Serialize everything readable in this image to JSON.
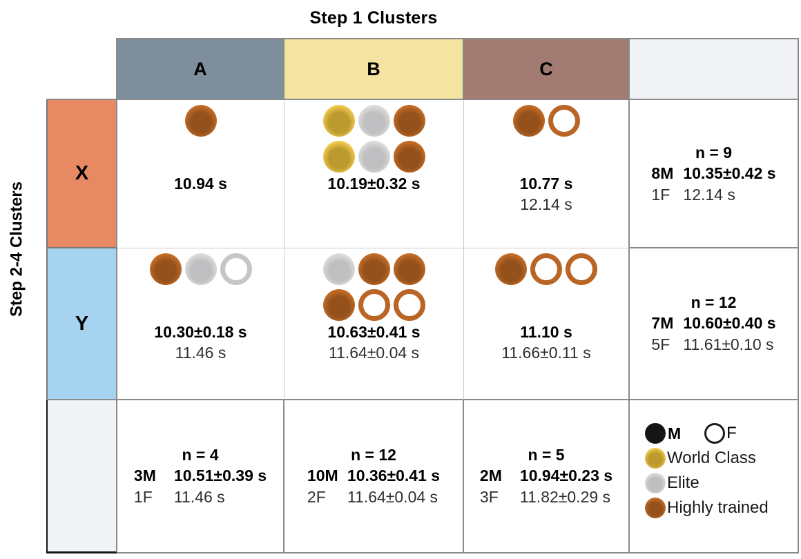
{
  "title": "Step 1 Clusters",
  "side_label": "Step 2-4 Clusters",
  "columns": [
    {
      "label": "A"
    },
    {
      "label": "B"
    },
    {
      "label": "C"
    }
  ],
  "rows": [
    {
      "label": "X"
    },
    {
      "label": "Y"
    }
  ],
  "cells": {
    "XA": {
      "dots": [
        [
          "bronze"
        ]
      ],
      "times": [
        "10.94 s"
      ]
    },
    "XB": {
      "dots": [
        [
          "gold",
          "silver",
          "bronze"
        ],
        [
          "gold",
          "silver",
          "bronze"
        ]
      ],
      "times": [
        "10.19±0.32 s"
      ]
    },
    "XC": {
      "dots": [
        [
          "bronze",
          "bronze-open"
        ]
      ],
      "times": [
        "10.77 s",
        "12.14 s"
      ]
    },
    "YA": {
      "dots": [
        [
          "bronze",
          "silver",
          "silver-open"
        ]
      ],
      "times": [
        "10.30±0.18 s",
        "11.46 s"
      ]
    },
    "YB": {
      "dots": [
        [
          "silver",
          "bronze",
          "bronze"
        ],
        [
          "bronze",
          "bronze-open",
          "bronze-open"
        ]
      ],
      "times": [
        "10.63±0.41 s",
        "11.64±0.04 s"
      ]
    },
    "YC": {
      "dots": [
        [
          "bronze",
          "bronze-open",
          "bronze-open"
        ]
      ],
      "times": [
        "11.10 s",
        "11.66±0.11 s"
      ]
    }
  },
  "row_summaries": [
    {
      "n": "n = 9",
      "m_label": "8M",
      "m_value": "10.35±0.42 s",
      "f_label": "1F",
      "f_value": "12.14 s"
    },
    {
      "n": "n = 12",
      "m_label": "7M",
      "m_value": "10.60±0.40 s",
      "f_label": "5F",
      "f_value": "11.61±0.10 s"
    }
  ],
  "col_summaries": [
    {
      "n": "n = 4",
      "m_label": "3M",
      "m_value": "10.51±0.39 s",
      "f_label": "1F",
      "f_value": "11.46 s"
    },
    {
      "n": "n = 12",
      "m_label": "10M",
      "m_value": "10.36±0.41 s",
      "f_label": "2F",
      "f_value": "11.64±0.04 s"
    },
    {
      "n": "n = 5",
      "m_label": "2M",
      "m_value": "10.94±0.23 s",
      "f_label": "3F",
      "f_value": "11.82±0.29 s"
    }
  ],
  "legend": {
    "m_label": "M",
    "f_label": "F",
    "items": [
      {
        "label": "World Class",
        "color": "#E9C243"
      },
      {
        "label": "Elite",
        "color": "#C9C9C9"
      },
      {
        "label": "Highly trained",
        "color": "#B96526"
      }
    ]
  },
  "colors": {
    "cluster_a": "#7E8E9C",
    "cluster_b": "#F5E3A1",
    "cluster_c": "#A27B72",
    "row_x": "#E78A63",
    "row_y": "#A6D4F0",
    "panel_bg": "#F1F2F5",
    "gold": "#E9C243",
    "silver": "#C9C9C9",
    "bronze": "#B96526"
  },
  "chart_data": {
    "type": "table",
    "title": "Step 1 Clusters",
    "row_axis_label": "Step 2-4 Clusters",
    "columns": [
      "A",
      "B",
      "C"
    ],
    "rows": [
      "X",
      "Y"
    ],
    "cell_times": {
      "X_A": {
        "male": "10.94 s"
      },
      "X_B": {
        "male": "10.19±0.32 s"
      },
      "X_C": {
        "male": "10.77 s",
        "female": "12.14 s"
      },
      "Y_A": {
        "male": "10.30±0.18 s",
        "female": "11.46 s"
      },
      "Y_B": {
        "male": "10.63±0.41 s",
        "female": "11.64±0.04 s"
      },
      "Y_C": {
        "male": "11.10 s",
        "female": "11.66±0.11 s"
      }
    },
    "cell_athletes": {
      "X_A": {
        "world_class_m": 0,
        "elite_m": 0,
        "highly_trained_m": 1,
        "highly_trained_f": 0,
        "elite_f": 0
      },
      "X_B": {
        "world_class_m": 2,
        "elite_m": 2,
        "highly_trained_m": 2,
        "highly_trained_f": 0,
        "elite_f": 0
      },
      "X_C": {
        "world_class_m": 0,
        "elite_m": 0,
        "highly_trained_m": 1,
        "highly_trained_f": 1,
        "elite_f": 0
      },
      "Y_A": {
        "world_class_m": 0,
        "elite_m": 1,
        "highly_trained_m": 1,
        "highly_trained_f": 0,
        "elite_f": 1
      },
      "Y_B": {
        "world_class_m": 0,
        "elite_m": 1,
        "highly_trained_m": 3,
        "highly_trained_f": 2,
        "elite_f": 0
      },
      "Y_C": {
        "world_class_m": 0,
        "elite_m": 0,
        "highly_trained_m": 1,
        "highly_trained_f": 2,
        "elite_f": 0
      }
    },
    "row_totals": {
      "X": {
        "n": 9,
        "male": "8M 10.35±0.42 s",
        "female": "1F 12.14 s"
      },
      "Y": {
        "n": 12,
        "male": "7M 10.60±0.40 s",
        "female": "5F 11.61±0.10 s"
      }
    },
    "column_totals": {
      "A": {
        "n": 4,
        "male": "3M 10.51±0.39 s",
        "female": "1F 11.46 s"
      },
      "B": {
        "n": 12,
        "male": "10M 10.36±0.41 s",
        "female": "2F 11.64±0.04 s"
      },
      "C": {
        "n": 5,
        "male": "2M 10.94±0.23 s",
        "female": "3F 11.82±0.29 s"
      }
    },
    "legend": [
      "M = filled",
      "F = open",
      "World Class = gold",
      "Elite = silver",
      "Highly trained = bronze"
    ]
  }
}
